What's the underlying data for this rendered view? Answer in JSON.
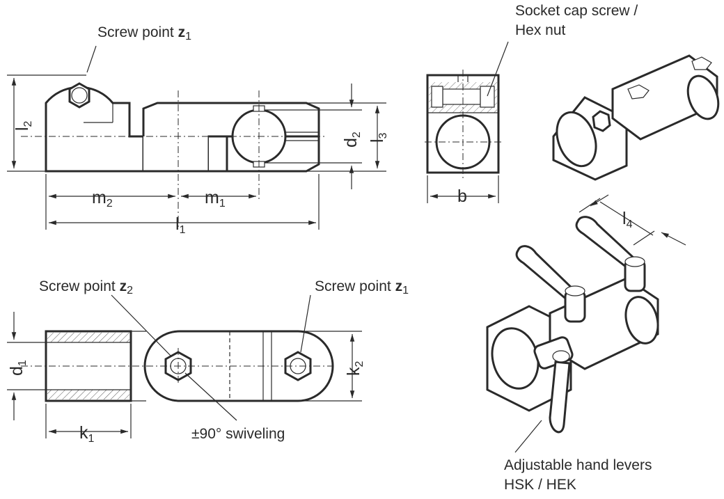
{
  "callouts": {
    "screw_point_z1_top": "Screw point ",
    "screw_point_z2": "Screw point ",
    "screw_point_z1_bottom": "Screw point ",
    "z_letter": "z",
    "sub_1": "1",
    "sub_2": "2",
    "socket_cap_line1": "Socket cap screw /",
    "socket_cap_line2": "Hex nut",
    "swiveling": "±90° swiveling",
    "hand_levers_line1": "Adjustable hand levers",
    "hand_levers_line2": "HSK / HEK"
  },
  "dimensions": {
    "l": "l",
    "d": "d",
    "m": "m",
    "k": "k",
    "b": "b",
    "s1": "1",
    "s2": "2",
    "s3": "3",
    "s4": "4"
  }
}
